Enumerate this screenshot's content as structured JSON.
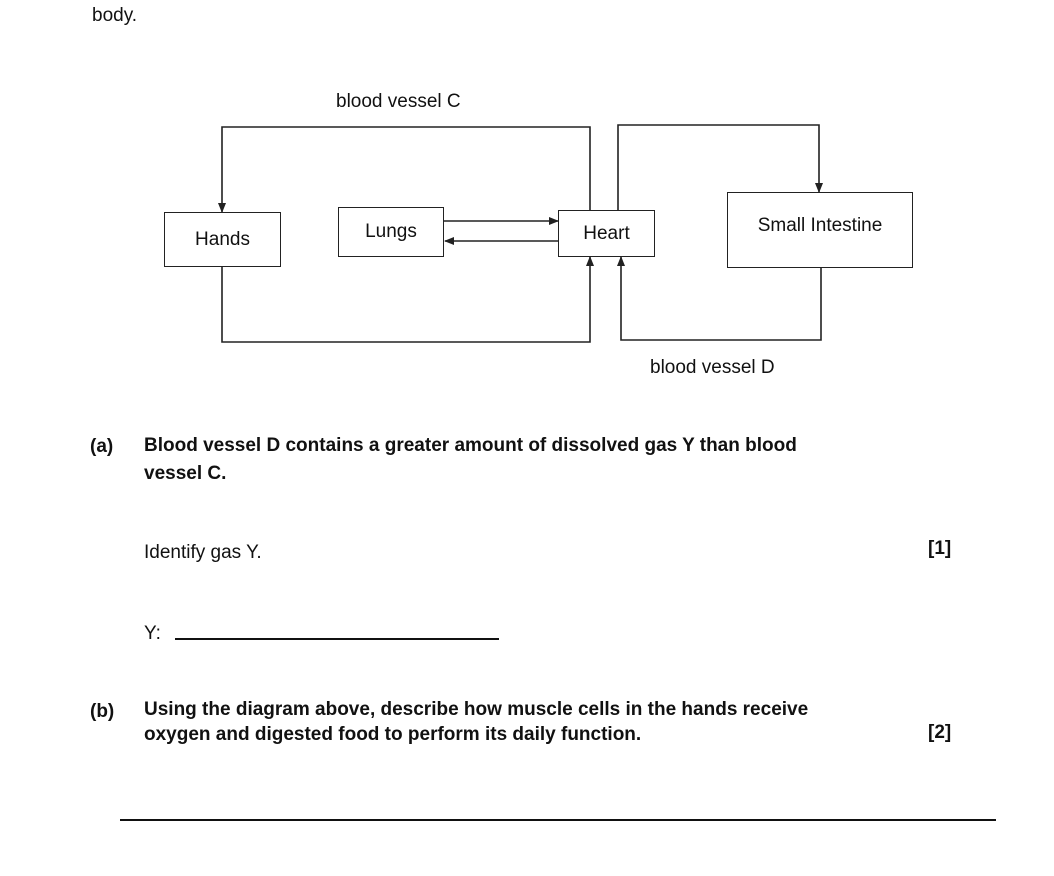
{
  "header": {
    "fragment": "body."
  },
  "diagram": {
    "label_c": "blood vessel C",
    "label_d": "blood vessel D",
    "boxes": {
      "hands": "Hands",
      "lungs": "Lungs",
      "heart": "Heart",
      "small_intestine": "Small Intestine"
    }
  },
  "question_a": {
    "letter": "(a)",
    "text_line1": "Blood vessel D contains a greater amount of dissolved gas Y than blood",
    "text_line2": "vessel C.",
    "instruction": "Identify gas Y.",
    "marks": "[1]",
    "answer_label": "Y:"
  },
  "question_b": {
    "letter": "(b)",
    "text_line1": "Using the diagram above, describe how muscle cells in the hands receive",
    "text_line2": "oxygen and digested food to perform its daily function.",
    "marks": "[2]"
  }
}
